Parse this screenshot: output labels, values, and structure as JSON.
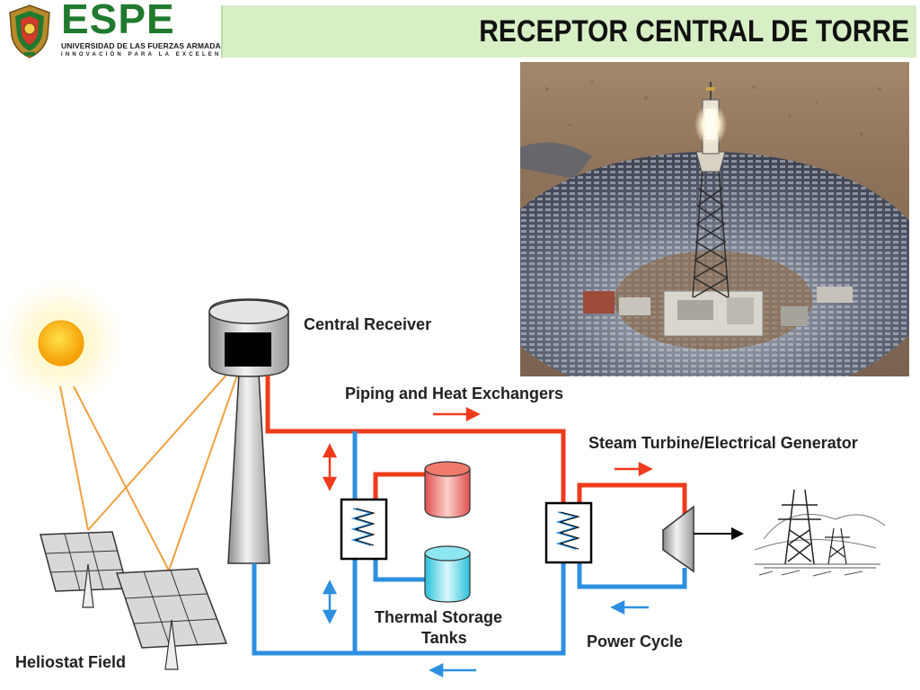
{
  "header": {
    "logo": {
      "name": "ESPE",
      "subtitle": "UNIVERSIDAD DE LAS FUERZAS ARMADAS",
      "motto": "INNOVACIÓN PARA LA EXCELENCIA",
      "crest_icon": "university-crest-icon"
    },
    "title": "RECEPTOR CENTRAL DE TORRE"
  },
  "diagram": {
    "labels": {
      "central_receiver": "Central Receiver",
      "piping": "Piping and Heat Exchangers",
      "steam_turbine": "Steam Turbine/Electrical Generator",
      "thermal_storage_line1": "Thermal Storage",
      "thermal_storage_line2": "Tanks",
      "power_cycle": "Power Cycle",
      "heliostat_field": "Heliostat Field"
    }
  },
  "colors": {
    "brand_green": "#1f7a2e",
    "title_bar": "#d8efc6",
    "hot_line": "#ee3b1c",
    "cold_line": "#2e8fe0",
    "sun": "#f7a600",
    "sunray": "#f0a040"
  }
}
